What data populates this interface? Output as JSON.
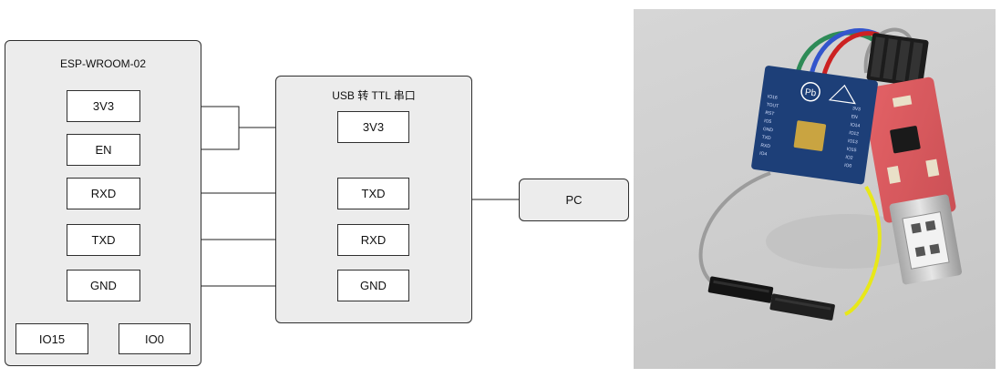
{
  "esp_module": {
    "title": "ESP-WROOM-02",
    "pins": {
      "v33": "3V3",
      "en": "EN",
      "rxd": "RXD",
      "txd": "TXD",
      "gnd": "GND",
      "io15": "IO15",
      "io0": "IO0"
    }
  },
  "usb_ttl": {
    "title": "USB 转 TTL 串口",
    "pins": {
      "v33": "3V3",
      "txd": "TXD",
      "rxd": "RXD",
      "gnd": "GND"
    }
  },
  "pc": {
    "label": "PC"
  },
  "photo": {
    "pcb_logo": "Pb",
    "pcb_pin_labels_left": [
      "IO16",
      "TOUT",
      "RST",
      "IO5",
      "GND",
      "TXD",
      "RXD",
      "IO4"
    ],
    "pcb_pin_labels_right": [
      "3V3",
      "EN",
      "IO14",
      "IO12",
      "IO13",
      "IO15",
      "IO2",
      "IO0"
    ],
    "colors": {
      "esp_board": "#1d3f78",
      "ttl_board": "#d93a3f",
      "wire_yellow": "#e8e818",
      "wire_green": "#2e8b57",
      "wire_blue": "#3355cc",
      "wire_red": "#cc2222",
      "wire_gray": "#999999"
    }
  }
}
